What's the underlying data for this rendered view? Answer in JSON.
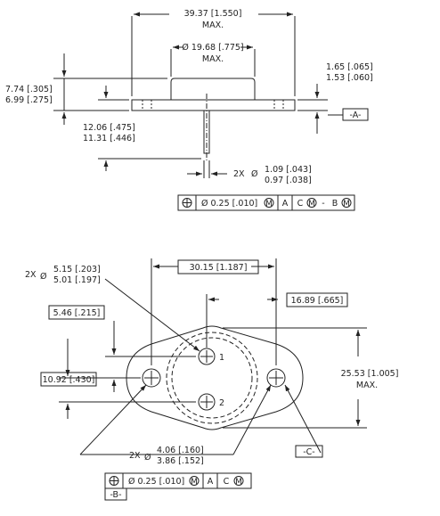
{
  "side_view": {
    "overall_width": {
      "line1": "39.37 [1.550]",
      "line2": "MAX."
    },
    "cap_diameter": {
      "line1": "Ø 19.68 [.775]",
      "line2": "MAX."
    },
    "flange_thickness": {
      "line1": "1.65 [.065]",
      "line2": "1.53 [.060]"
    },
    "cap_height": {
      "line1": "7.74 [.305]",
      "line2": "6.99 [.275]"
    },
    "pin_length": {
      "line1": "12.06 [.475]",
      "line2": "11.31 [.446]"
    },
    "pin_diameter": {
      "prefix": "2X",
      "symbol": "Ø",
      "line1": "1.09 [.043]",
      "line2": "0.97 [.038]"
    },
    "datum_a": "-A-",
    "tolerance_frame": {
      "position": "⊕",
      "value": "Ø 0.25 [.010]",
      "modifier": "M",
      "datum1": "A",
      "datum2": "C",
      "datum2_mod": "M",
      "datum3": "B",
      "datum3_mod": "M"
    }
  },
  "top_view": {
    "hole_diameter": {
      "prefix": "2X",
      "symbol": "Ø",
      "line1": "5.15 [.203]",
      "line2": "5.01 [.197]"
    },
    "hole_spacing": "30.15 [1.187]",
    "pin_offset_x": "16.89 [.665]",
    "pin_offset_y": "5.46 [.215]",
    "hole_offset_y": "10.92 [.430]",
    "overall_height": {
      "line1": "25.53 [1.005]",
      "line2": "MAX."
    },
    "pin_labels": [
      "1",
      "2"
    ],
    "mount_hole": {
      "prefix": "2X",
      "symbol": "Ø",
      "line1": "4.06 [.160]",
      "line2": "3.86 [.152]"
    },
    "datum_c": "-C-",
    "datum_b": "-B-",
    "tolerance_frame": {
      "position": "⊕",
      "value": "Ø 0.25 [.010]",
      "modifier": "M",
      "datum1": "A",
      "datum2": "C",
      "datum2_mod": "M"
    }
  }
}
